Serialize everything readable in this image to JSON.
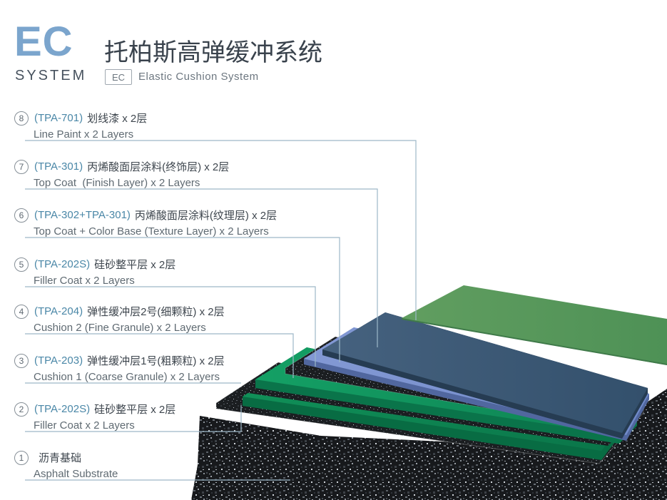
{
  "header": {
    "logo_main": "EC",
    "logo_sub": "SYSTEM",
    "title_cn": "托柏斯高弹缓冲系统",
    "badge": "EC",
    "title_en": "Elastic Cushion System"
  },
  "layers": [
    {
      "num": "8",
      "code": "(TPA-701)",
      "name_cn": "划线漆 x 2层",
      "name_en": "Line Paint x 2 Layers"
    },
    {
      "num": "7",
      "code": "(TPA-301)",
      "name_cn": "丙烯酸面层涂料(终饰层) x 2层",
      "name_en": "Top Coat  (Finish Layer) x 2 Layers"
    },
    {
      "num": "6",
      "code": "(TPA-302+TPA-301)",
      "name_cn": "丙烯酸面层涂料(纹理层) x 2层",
      "name_en": "Top Coat + Color Base (Texture Layer) x 2 Layers"
    },
    {
      "num": "5",
      "code": "(TPA-202S)",
      "name_cn": "硅砂整平层 x 2层",
      "name_en": "Filler Coat x 2 Layers"
    },
    {
      "num": "4",
      "code": "(TPA-204)",
      "name_cn": "弹性缓冲层2号(细颗粒) x 2层",
      "name_en": "Cushion 2 (Fine Granule) x 2 Layers"
    },
    {
      "num": "3",
      "code": "(TPA-203)",
      "name_cn": "弹性缓冲层1号(粗颗粒) x 2层",
      "name_en": "Cushion 1 (Coarse Granule) x 2 Layers"
    },
    {
      "num": "2",
      "code": "(TPA-202S)",
      "name_cn": "硅砂整平层 x 2层",
      "name_en": "Filler Coat x 2 Layers"
    },
    {
      "num": "1",
      "code": "",
      "name_cn": "沥青基础",
      "name_en": "Asphalt Substrate"
    }
  ],
  "colors": {
    "logo_blue": "#7ba5cd",
    "code_blue": "#4a87a7",
    "leader_line": "#9db8c8",
    "line_paint_green": "#5b9a5e",
    "top_coat_navy": "#3d5878",
    "texture_periwinkle": "#7d97d2",
    "cushion_green": "#12995f",
    "asphalt_black": "#1a1d20"
  }
}
